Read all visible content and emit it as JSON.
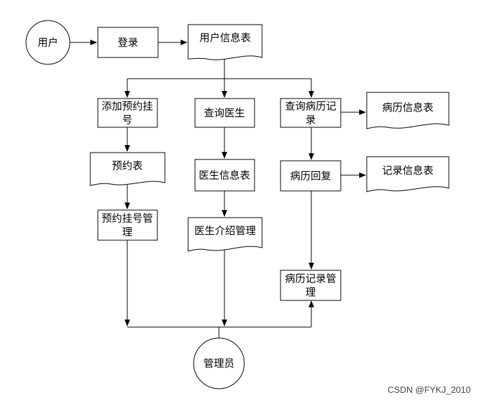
{
  "nodes": {
    "user": "用户",
    "login": "登录",
    "user_info_table": "用户信息表",
    "add_appointment": [
      "添加预约挂",
      "号"
    ],
    "query_doctor": "查询医生",
    "query_records": [
      "查询病历记",
      "录"
    ],
    "record_info_table": "病历信息表",
    "appointment_table": "预约表",
    "doctor_info_table": "医生信息表",
    "record_reply": "病历回复",
    "note_info_table": "记录信息表",
    "appointment_mgmt": [
      "预约挂号管",
      "理"
    ],
    "doctor_intro_mgmt": "医生介绍管理",
    "record_mgmt": [
      "病历记录管",
      "理"
    ],
    "admin": "管理员"
  },
  "watermark": "CSDN @FYKJ_2010"
}
